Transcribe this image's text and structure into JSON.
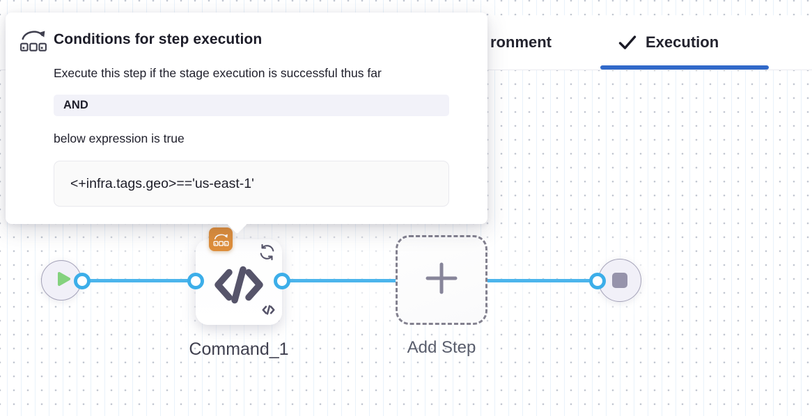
{
  "popover": {
    "icon": "conditional-execution-icon",
    "title": "Conditions for step execution",
    "description": "Execute this step if the stage execution is successful thus far",
    "operator_badge": "AND",
    "expression_intro": "below expression is true",
    "expression": "<+infra.tags.geo>=='us-east-1'"
  },
  "tabs": {
    "environment_partial_label": "ronment",
    "execution_label": "Execution",
    "active_tab": "Execution"
  },
  "pipeline": {
    "command_step": {
      "label": "Command_1",
      "icon": "code-step-icon",
      "badges": [
        "conditional-execution",
        "looping-strategy"
      ]
    },
    "add_step_label": "Add Step",
    "start_node": "play",
    "end_node": "stop"
  },
  "colors": {
    "tab_underline_blue": "#3169c9",
    "connector_blue": "#4cb5ec",
    "port_ring_blue": "#3caee9",
    "badge_orange": "#de8e3b",
    "play_green": "#84d27e",
    "node_fill_lavender": "#f1f0f8",
    "icon_slate": "#56546a"
  }
}
